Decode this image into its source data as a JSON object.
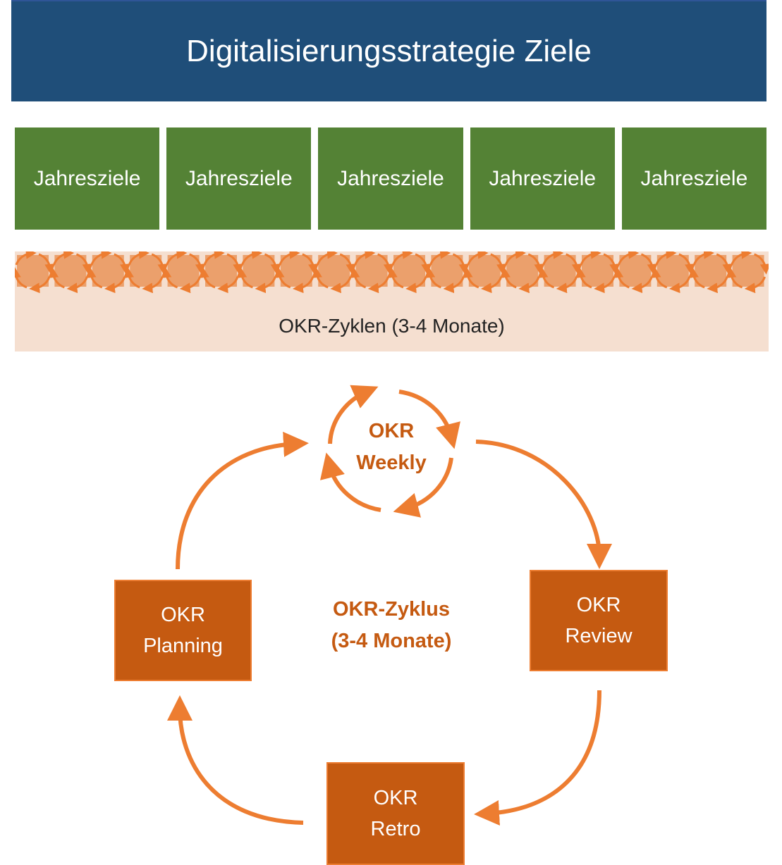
{
  "title": "Digitalisierungsstrategie Ziele",
  "annual_goals": [
    "Jahresziele",
    "Jahresziele",
    "Jahresziele",
    "Jahresziele",
    "Jahresziele"
  ],
  "cycles": {
    "label": "OKR-Zyklen (3-4 Monate)",
    "count": 20
  },
  "okr_cycle": {
    "center_line1": "OKR-Zyklus",
    "center_line2": "(3-4 Monate)",
    "weekly_line1": "OKR",
    "weekly_line2": "Weekly",
    "planning_line1": "OKR",
    "planning_line2": "Planning",
    "review_line1": "OKR",
    "review_line2": "Review",
    "retro_line1": "OKR",
    "retro_line2": "Retro"
  },
  "colors": {
    "banner": "#1f4e79",
    "goal": "#548235",
    "cycle_bg": "#f5dfd0",
    "cycle_square": "#eba06c",
    "arrow": "#ed7d31",
    "box": "#c55a11"
  }
}
